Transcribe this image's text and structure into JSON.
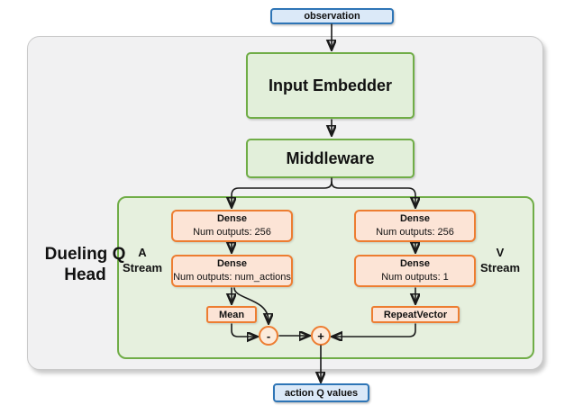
{
  "nodes": {
    "observation": {
      "label": "observation"
    },
    "input_embedder": {
      "label": "Input Embedder"
    },
    "middleware": {
      "label": "Middleware"
    },
    "dueling_head": {
      "line1": "Dueling Q",
      "line2": "Head"
    },
    "a_stream": {
      "line1": "A",
      "line2": "Stream"
    },
    "v_stream": {
      "line1": "V",
      "line2": "Stream"
    },
    "a_dense_1": {
      "title": "Dense",
      "subtitle": "Num outputs: 256"
    },
    "a_dense_2": {
      "title": "Dense",
      "subtitle": "Num outputs: num_actions"
    },
    "v_dense_1": {
      "title": "Dense",
      "subtitle": "Num outputs: 256"
    },
    "v_dense_2": {
      "title": "Dense",
      "subtitle": "Num outputs: 1"
    },
    "mean": {
      "label": "Mean"
    },
    "repeat_vector": {
      "label": "RepeatVector"
    },
    "subtract_node": {
      "label": "-"
    },
    "add_node": {
      "label": "+"
    },
    "action_q_values": {
      "label": "action Q values"
    }
  },
  "colors": {
    "io_fill": "#dbe9f8",
    "io_border": "#2e75b6",
    "block_fill": "#e2efda",
    "block_border": "#70ad47",
    "layer_fill": "#fce4d6",
    "layer_border": "#ed7d31",
    "outer_container_fill": "#f1f1f2",
    "outer_container_border": "#c9c9c9",
    "inner_container_fill": "#e6f0de",
    "arrow": "#1a1a1a"
  }
}
